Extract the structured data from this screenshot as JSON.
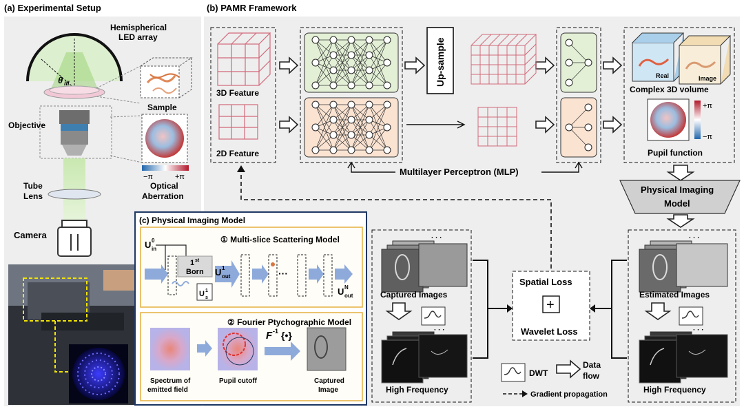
{
  "panel_a": {
    "title": "(a) Experimental Setup",
    "led_label_1": "Hemispherical",
    "led_label_2": "LED array",
    "theta": "θ",
    "theta_sub": "ill",
    "sample": "Sample",
    "objective": "Objective",
    "tube_1": "Tube",
    "tube_2": "Lens",
    "camera": "Camera",
    "aberr_1": "Optical",
    "aberr_2": "Aberration",
    "minus_pi": "−π",
    "plus_pi": "+π"
  },
  "panel_b": {
    "title": "(b) PAMR Framework",
    "feat3d": "3D Feature",
    "feat2d": "2D Feature",
    "upsample": "Up-sample",
    "mlp": "Multilayer Perceptron (MLP)",
    "complex": "Complex 3D volume",
    "real": "Real",
    "image": "Image",
    "pupil": "Pupil function",
    "plus_pi": "+π",
    "minus_pi": "−π",
    "phys_1": "Physical Imaging",
    "phys_2": "Model"
  },
  "panel_c": {
    "title": "(c) Physical Imaging Model",
    "ms_title": "① Multi-slice Scattering Model",
    "u_in": "U",
    "u_in_sub": "in",
    "u_in_sup": "0",
    "born_1": "1",
    "born_sup": "st",
    "born_2": "Born",
    "u_out1": "U",
    "u_out1_sub": "out",
    "u_out1_sup": "1",
    "u_s1": "U",
    "u_s1_sub": "s",
    "u_s1_sup": "1",
    "dots": "···",
    "u_outN": "U",
    "u_outN_sub": "out",
    "u_outN_sup": "N",
    "fp_title": "② Fourier Ptychographic Model",
    "spectrum_1": "Spectrum of",
    "spectrum_2": "emitted field",
    "pupil_cutoff": "Pupil cutoff",
    "finv": "F",
    "finv_sup": "-1",
    "finv_arg": "{•}",
    "captured_1": "Captured",
    "captured_2": "Image"
  },
  "loss": {
    "captured": "Captured Images",
    "estimated": "Estimated Images",
    "high_freq_left": "High Frequency",
    "high_freq_right": "High Frequency",
    "spatial": "Spatial Loss",
    "wavelet": "Wavelet Loss",
    "plus": "+",
    "dots": "· · ·"
  },
  "legend": {
    "dwt": "DWT",
    "data_1": "Data",
    "data_2": "flow",
    "gradient": "Gradient propagation"
  },
  "colors": {
    "green_panel": "#e3f0d6",
    "orange_panel": "#fbe3d2",
    "gray_bg": "#eeeeee",
    "panel_c_border": "#1f3864",
    "subpanel_border": "#e6b54a",
    "blue_arrow": "#8eaadb",
    "grid_red": "#d2697a"
  }
}
